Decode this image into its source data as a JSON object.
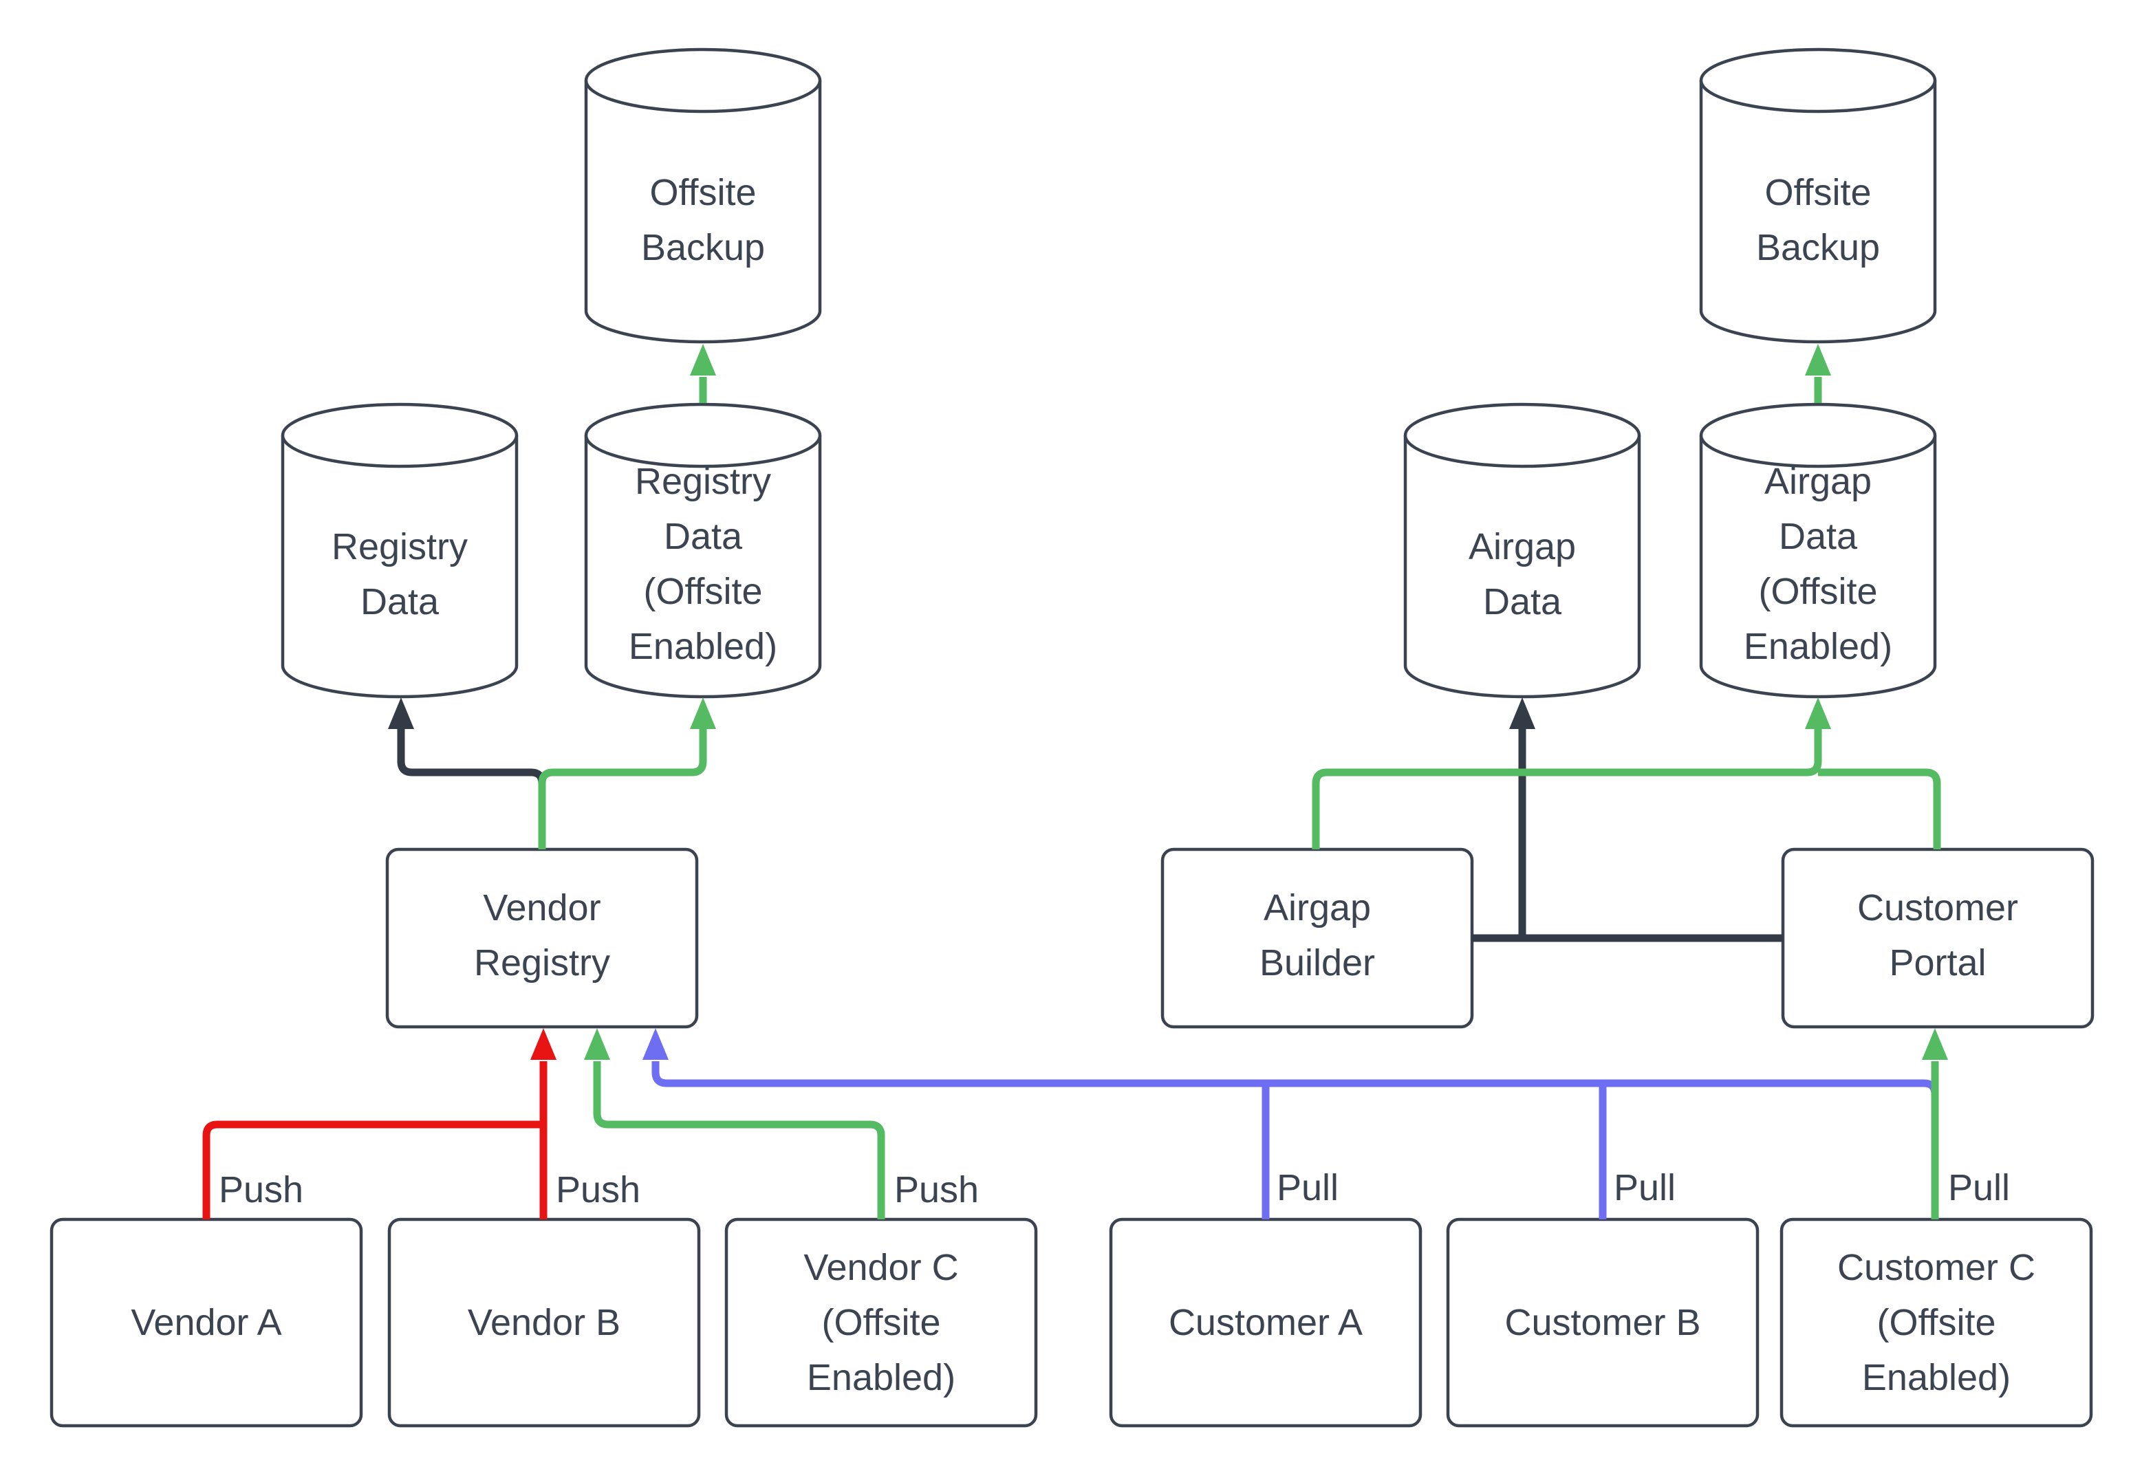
{
  "diagram_type": "flow-architecture-diagram",
  "colors": {
    "red": "#e81414",
    "green": "#55bb62",
    "blue": "#6e6ef3",
    "dark": "#333b47",
    "node_border": "#3a434f",
    "ink": "#3b4450",
    "bg": "#ffffff"
  },
  "nodes": {
    "offsite_backup_left": {
      "shape": "cylinder",
      "lines": [
        "Offsite",
        "Backup"
      ]
    },
    "registry_data": {
      "shape": "cylinder",
      "lines": [
        "Registry",
        "Data"
      ]
    },
    "registry_data_offsite": {
      "shape": "cylinder",
      "lines": [
        "Registry",
        "Data",
        "(Offsite",
        "Enabled)"
      ]
    },
    "offsite_backup_right": {
      "shape": "cylinder",
      "lines": [
        "Offsite",
        "Backup"
      ]
    },
    "airgap_data": {
      "shape": "cylinder",
      "lines": [
        "Airgap",
        "Data"
      ]
    },
    "airgap_data_offsite": {
      "shape": "cylinder",
      "lines": [
        "Airgap",
        "Data",
        "(Offsite",
        "Enabled)"
      ]
    },
    "vendor_registry": {
      "shape": "box",
      "lines": [
        "Vendor",
        "Registry"
      ]
    },
    "airgap_builder": {
      "shape": "box",
      "lines": [
        "Airgap",
        "Builder"
      ]
    },
    "customer_portal": {
      "shape": "box",
      "lines": [
        "Customer",
        "Portal"
      ]
    },
    "vendor_a": {
      "shape": "box",
      "lines": [
        "Vendor A"
      ]
    },
    "vendor_b": {
      "shape": "box",
      "lines": [
        "Vendor B"
      ]
    },
    "vendor_c": {
      "shape": "box",
      "lines": [
        "Vendor C",
        "(Offsite",
        "Enabled)"
      ]
    },
    "customer_a": {
      "shape": "box",
      "lines": [
        "Customer A"
      ]
    },
    "customer_b": {
      "shape": "box",
      "lines": [
        "Customer B"
      ]
    },
    "customer_c": {
      "shape": "box",
      "lines": [
        "Customer C",
        "(Offsite",
        "Enabled)"
      ]
    }
  },
  "edge_labels": {
    "push_a": "Push",
    "push_b": "Push",
    "push_c": "Push",
    "pull_a": "Pull",
    "pull_b": "Pull",
    "pull_c": "Pull"
  },
  "edges": [
    {
      "from": "vendor_a",
      "to": "vendor_registry",
      "color": "red",
      "label": "Push"
    },
    {
      "from": "vendor_b",
      "to": "vendor_registry",
      "color": "red",
      "label": "Push"
    },
    {
      "from": "vendor_c",
      "to": "vendor_registry",
      "color": "green",
      "label": "Push"
    },
    {
      "from": "vendor_registry",
      "to": "registry_data",
      "color": "dark"
    },
    {
      "from": "vendor_registry",
      "to": "registry_data_offsite",
      "color": "green"
    },
    {
      "from": "registry_data_offsite",
      "to": "offsite_backup_left",
      "color": "green"
    },
    {
      "from": "customer_a",
      "to": "vendor_registry",
      "color": "blue",
      "label": "Pull"
    },
    {
      "from": "customer_b",
      "to": "vendor_registry",
      "color": "blue",
      "label": "Pull"
    },
    {
      "from": "customer_c",
      "to": "vendor_registry",
      "color": "blue"
    },
    {
      "from": "customer_c",
      "to": "customer_portal",
      "color": "green",
      "label": "Pull"
    },
    {
      "from": "airgap_builder",
      "to": "airgap_data",
      "color": "dark"
    },
    {
      "from": "customer_portal",
      "to": "airgap_data",
      "color": "dark"
    },
    {
      "from": "airgap_builder",
      "to": "airgap_data_offsite",
      "color": "green"
    },
    {
      "from": "customer_portal",
      "to": "airgap_data_offsite",
      "color": "green"
    },
    {
      "from": "airgap_data_offsite",
      "to": "offsite_backup_right",
      "color": "green"
    }
  ]
}
